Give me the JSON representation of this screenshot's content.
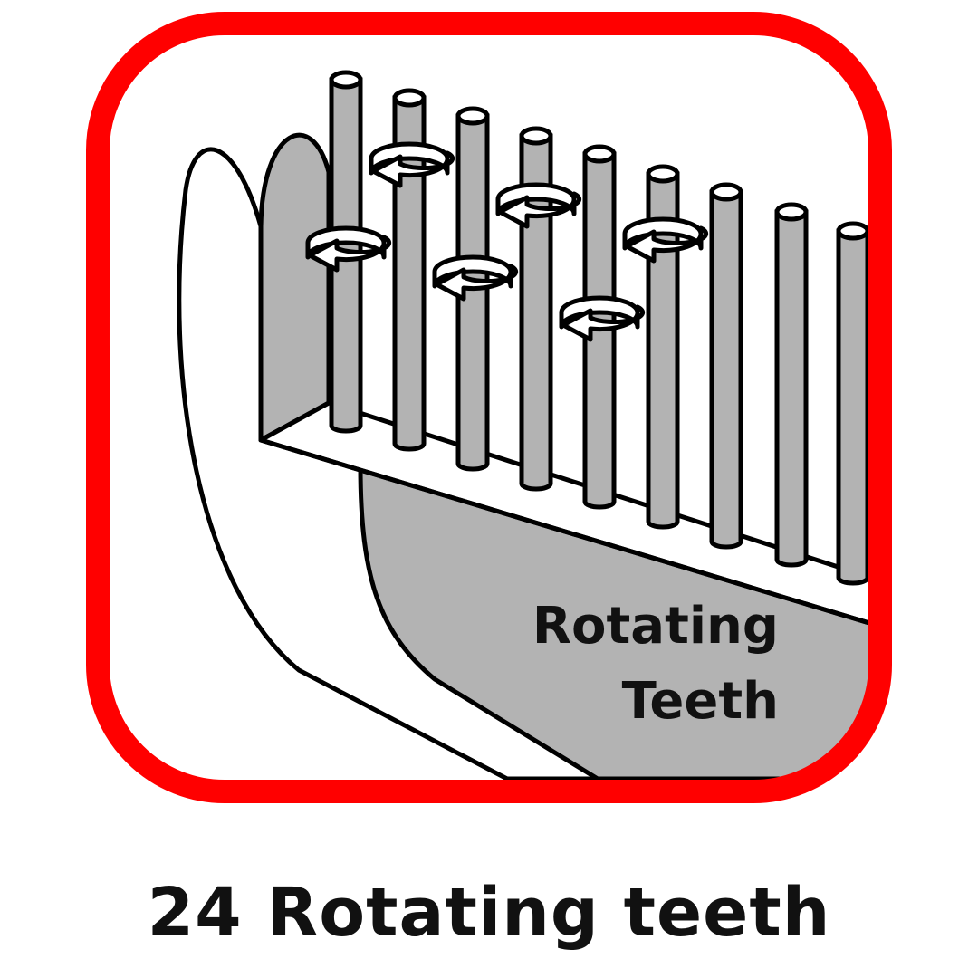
{
  "icon_label": {
    "line1": "Rotating",
    "line2": "Teeth"
  },
  "caption": "24 Rotating teeth",
  "icon_names": [
    "rotating-teeth-icon",
    "rotation-arrow-icon"
  ],
  "colors": {
    "frame": "#ff0000",
    "fill_gray": "#b3b3b3",
    "outline": "#000000",
    "background": "#ffffff",
    "text": "#111111"
  }
}
